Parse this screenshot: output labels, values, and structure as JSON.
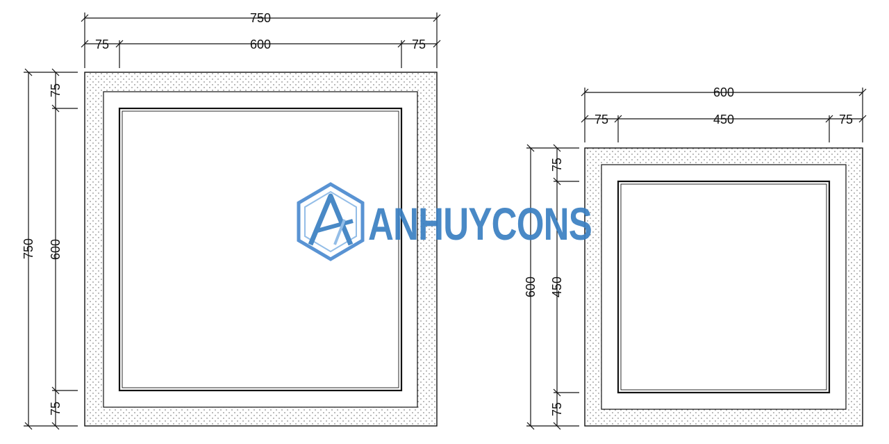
{
  "left_frame": {
    "dim_top_total": "750",
    "dim_top_left": "75",
    "dim_top_mid": "600",
    "dim_top_right": "75",
    "dim_side_total": "750",
    "dim_side_top": "75",
    "dim_side_mid": "600",
    "dim_side_bottom": "75"
  },
  "right_frame": {
    "dim_top_total": "600",
    "dim_top_left": "75",
    "dim_top_mid": "450",
    "dim_top_right": "75",
    "dim_side_total": "600",
    "dim_side_top": "75",
    "dim_side_mid": "450",
    "dim_side_bottom": "75"
  },
  "watermark": {
    "text": "ANHUYCONS",
    "color": "#3a7fc2"
  }
}
